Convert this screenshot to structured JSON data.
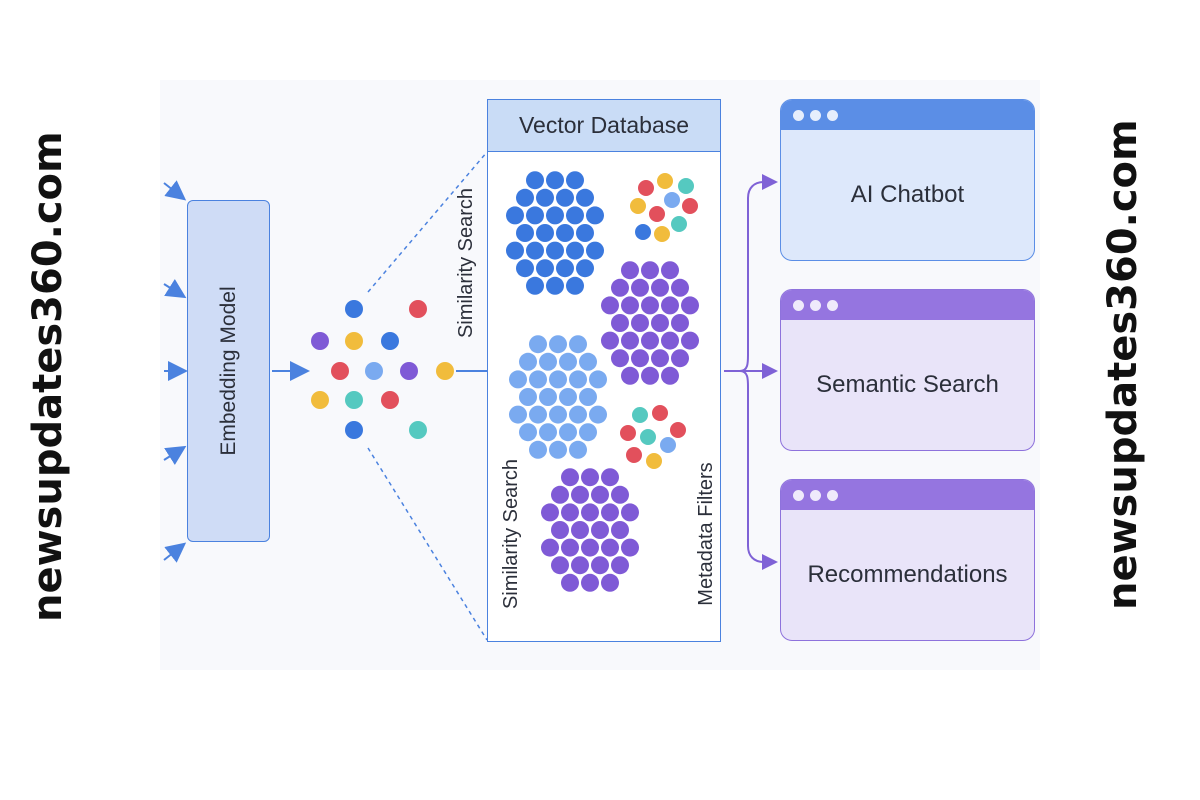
{
  "watermark": {
    "text": "newsupdates360.com"
  },
  "embedding": {
    "label": "Embedding Model"
  },
  "database": {
    "title": "Vector Database",
    "similarity_label_top": "Similarity Search",
    "similarity_label_bottom": "Similarity Search",
    "metadata_label": "Metadata Filters"
  },
  "apps": [
    {
      "label": "AI Chatbot"
    },
    {
      "label": "Semantic Search"
    },
    {
      "label": "Recommendations"
    }
  ],
  "colors": {
    "blue": "#3a78de",
    "light_blue": "#7aaaf0",
    "purple": "#7f5ad6",
    "red": "#e2505c",
    "yellow": "#f1bc3c",
    "teal": "#55c9c0",
    "accent_blue": "#4b82df",
    "accent_purple": "#7f62d6"
  }
}
